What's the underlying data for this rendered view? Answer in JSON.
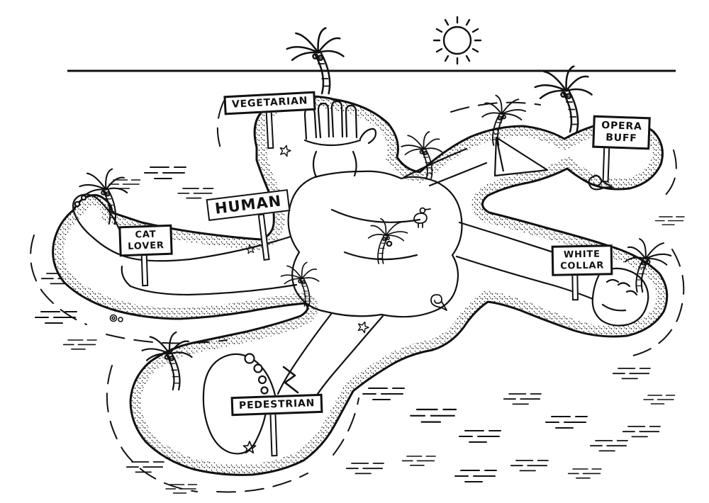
{
  "scene": {
    "signs": [
      {
        "id": "vegetarian",
        "lines": [
          "VEGETARIAN"
        ]
      },
      {
        "id": "human",
        "lines": [
          "HUMAN"
        ]
      },
      {
        "id": "cat-lover",
        "lines": [
          "CAT",
          "LOVER"
        ]
      },
      {
        "id": "opera-buff",
        "lines": [
          "OPERA",
          "BUFF"
        ]
      },
      {
        "id": "white-collar",
        "lines": [
          "WHITE",
          "COLLAR"
        ]
      },
      {
        "id": "pedestrian",
        "lines": [
          "PEDESTRIAN"
        ]
      }
    ],
    "icons": [
      "sun-icon",
      "horizon-line",
      "palm-tree-icon",
      "starfish-icon",
      "shell-icon",
      "snail-icon",
      "bird-icon",
      "water-ripples",
      "folded-paper",
      "hand-fingers",
      "right-fist",
      "left-foot",
      "big-foot"
    ],
    "colors": {
      "ink": "#111111",
      "paper": "#ffffff"
    }
  }
}
